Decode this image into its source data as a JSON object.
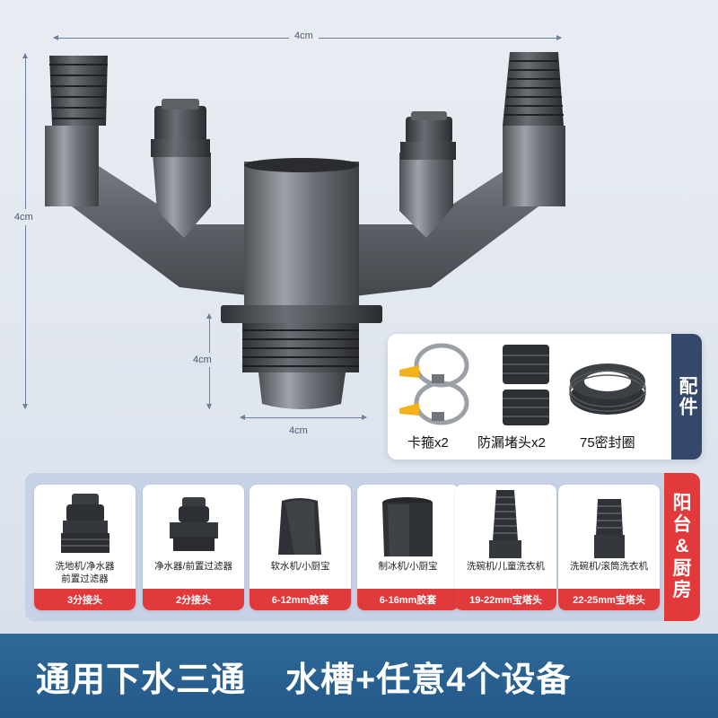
{
  "dimensions": {
    "top_width": "4cm",
    "left_height": "4cm",
    "thread_height": "4cm",
    "thread_width": "4cm"
  },
  "accessories": {
    "title": "配件",
    "items": [
      {
        "label": "卡箍x2",
        "icon": "hose-clamp-icon"
      },
      {
        "label": "防漏堵头x2",
        "icon": "leak-plug-icon"
      },
      {
        "label": "75密封圈",
        "icon": "seal-ring-icon"
      }
    ]
  },
  "applications": {
    "title": "阳台&厨房",
    "items": [
      {
        "desc_line1": "洗地机/净水器",
        "desc_line2": "前置过滤器",
        "spec": "3分接头",
        "icon": "3-point-connector-icon"
      },
      {
        "desc_line1": "净水器/前置过滤器",
        "desc_line2": "",
        "spec": "2分接头",
        "icon": "2-point-connector-icon"
      },
      {
        "desc_line1": "软水机/小厨宝",
        "desc_line2": "",
        "spec": "6-12mm胶套",
        "icon": "small-rubber-sleeve-icon"
      },
      {
        "desc_line1": "制冰机/小厨宝",
        "desc_line2": "",
        "spec": "6-16mm胶套",
        "icon": "large-rubber-sleeve-icon"
      },
      {
        "desc_line1": "洗碗机/儿童洗衣机",
        "desc_line2": "",
        "spec": "19-22mm宝塔头",
        "icon": "tapered-barb-small-icon"
      },
      {
        "desc_line1": "洗碗机/滚筒洗衣机",
        "desc_line2": "",
        "spec": "22-25mm宝塔头",
        "icon": "tapered-barb-large-icon"
      }
    ]
  },
  "banner": {
    "left": "通用下水三通",
    "right": "水槽+任意4个设备"
  },
  "colors": {
    "navy_tab": "#35486b",
    "red_accent": "#e2393b",
    "banner_blue": "#2f6a98",
    "panel_bg": "#c6d3e6"
  }
}
